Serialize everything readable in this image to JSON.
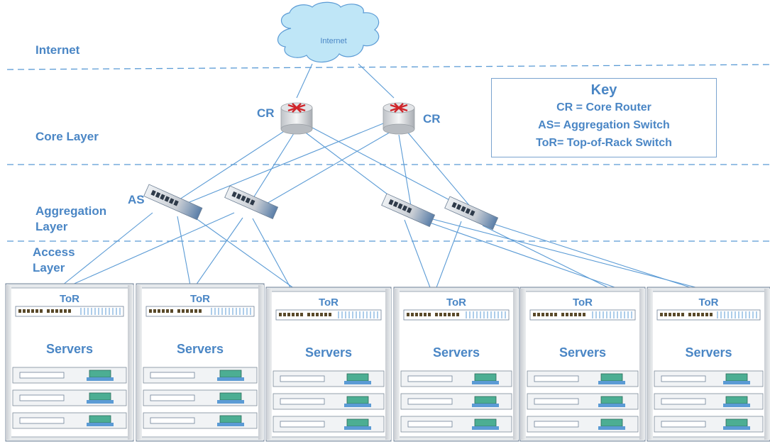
{
  "cloud": {
    "label": "Internet"
  },
  "layers": [
    {
      "id": "internet",
      "label": "Internet"
    },
    {
      "id": "core",
      "label": "Core Layer"
    },
    {
      "id": "aggregation",
      "label": "Aggregation\nLayer"
    },
    {
      "id": "access",
      "label": "Access\nLayer"
    }
  ],
  "device_labels": {
    "cr_left": "CR",
    "cr_right": "CR",
    "as": "AS"
  },
  "key": {
    "title": "Key",
    "entries": [
      "CR = Core Router",
      "AS= Aggregation Switch",
      "ToR= Top-of-Rack Switch"
    ]
  },
  "racks": [
    {
      "tor_label": "ToR",
      "servers_label": "Servers"
    },
    {
      "tor_label": "ToR",
      "servers_label": "Servers"
    },
    {
      "tor_label": "ToR",
      "servers_label": "Servers"
    },
    {
      "tor_label": "ToR",
      "servers_label": "Servers"
    },
    {
      "tor_label": "ToR",
      "servers_label": "Servers"
    },
    {
      "tor_label": "ToR",
      "servers_label": "Servers"
    }
  ],
  "colors": {
    "label_blue": "#4a86c5",
    "line_blue": "#5b9bd5",
    "cloud_fill": "#bfe6f7",
    "router_arrow": "#d0262b"
  }
}
